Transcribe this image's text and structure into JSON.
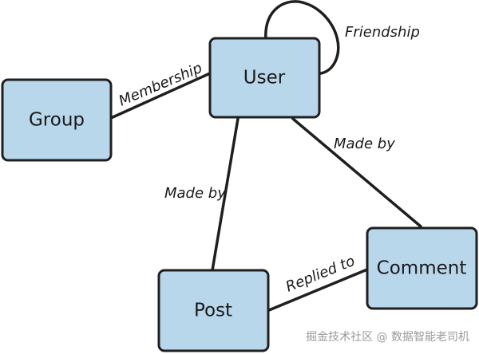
{
  "nodes": {
    "user": "User",
    "group": "Group",
    "post": "Post",
    "comment": "Comment"
  },
  "edges": {
    "friendship": "Friendship",
    "membership": "Membership",
    "made_by_comment": "Made by",
    "made_by_post": "Made by",
    "replied_to": "Replied to"
  },
  "watermark": "掘金技术社区 @ 数据智能老司机",
  "colors": {
    "node_fill": "#b9d7ea",
    "stroke": "#1f1f1f"
  }
}
